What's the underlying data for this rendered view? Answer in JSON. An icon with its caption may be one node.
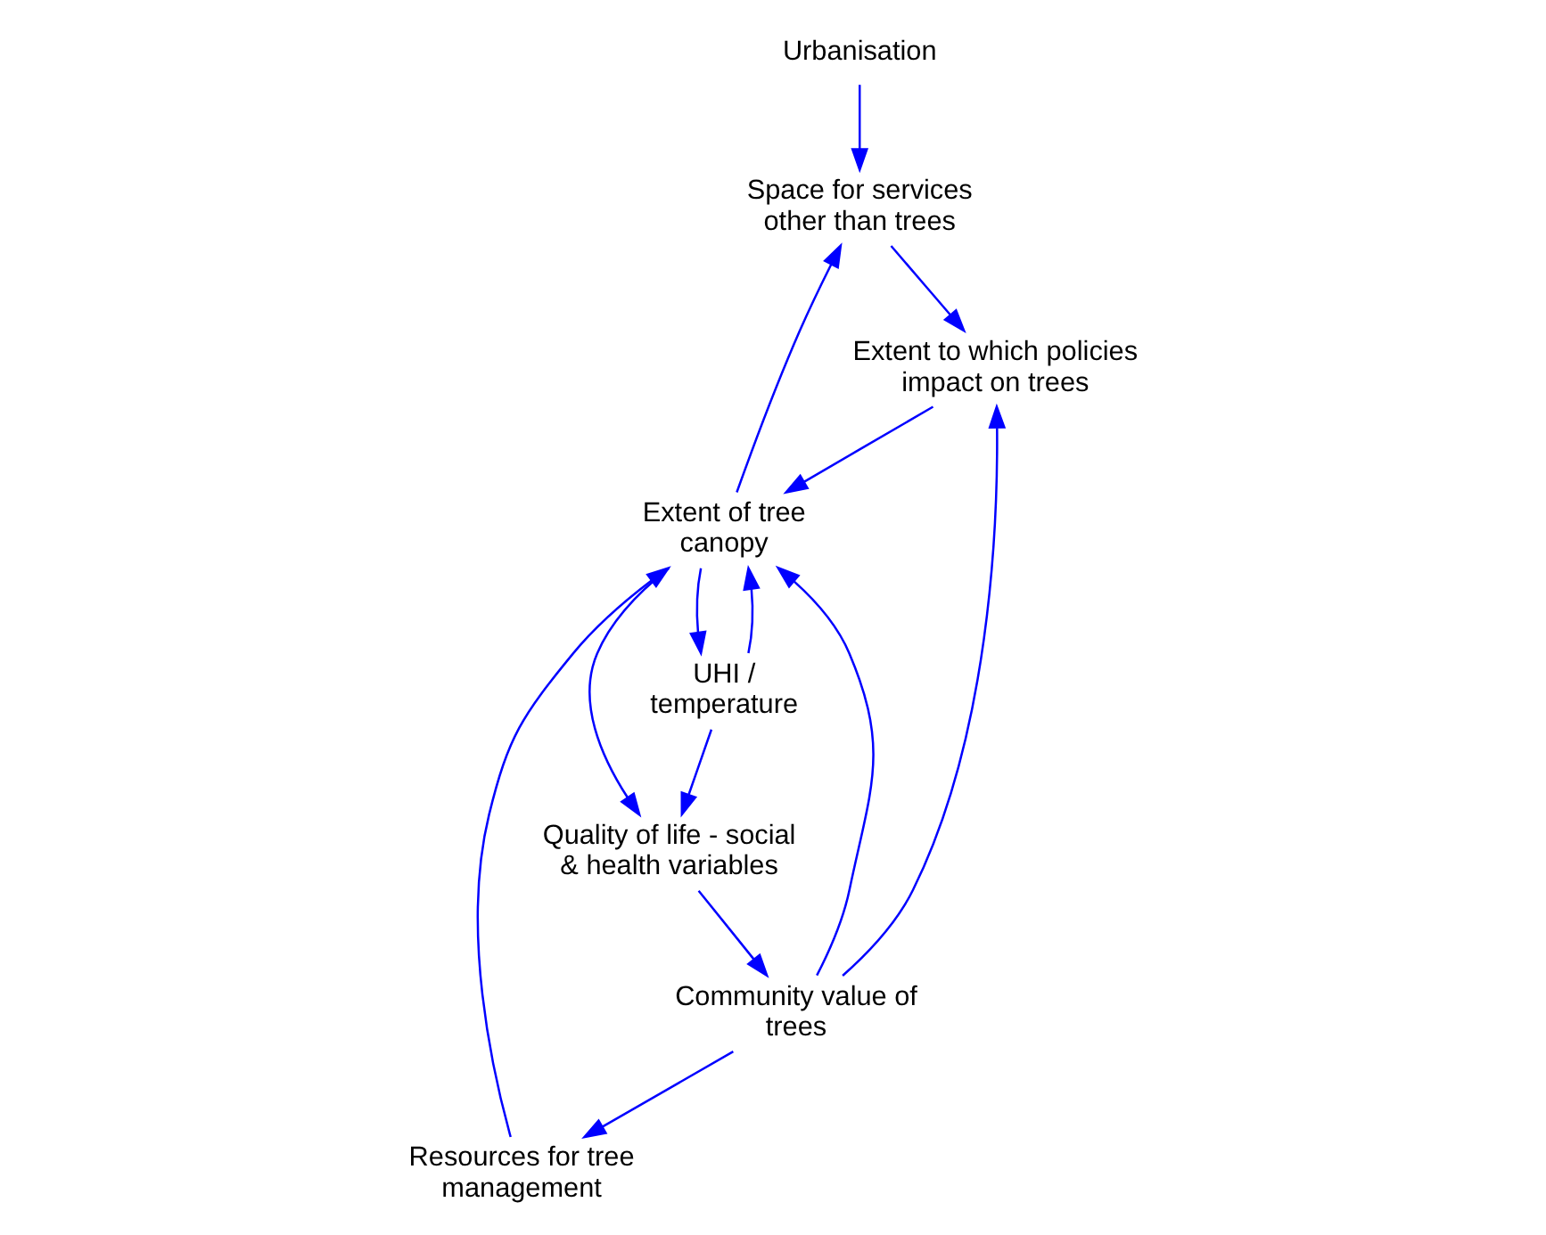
{
  "diagram": {
    "nodes": [
      {
        "text": [
          "Urbanisation"
        ]
      },
      {
        "text": [
          "Space for services other than trees"
        ]
      },
      {
        "text": [
          "Extent to which policies impact on trees"
        ]
      },
      {
        "text": [
          "UHI / temperature"
        ]
      },
      {
        "text": [
          "Extent of tree canopy"
        ]
      },
      {
        "text": [
          "Resources for tree management"
        ]
      },
      {
        "text": [
          "Community value of trees"
        ]
      },
      {
        "text": [
          "Quality of life - social & health variables"
        ]
      }
    ],
    "edges": [
      {
        "from": 0,
        "to": 1,
        "arrow": "to"
      },
      {
        "from": 1,
        "to": 2,
        "arrow": "to"
      },
      {
        "from": 2,
        "to": 4,
        "arrow": "to"
      },
      {
        "from": 4,
        "to": 1,
        "arrow": "to"
      },
      {
        "from": 4,
        "to": 3,
        "arrow": "to"
      },
      {
        "from": 3,
        "to": 4,
        "arrow": "to"
      },
      {
        "from": 5,
        "to": 4,
        "arrow": "to"
      },
      {
        "from": 6,
        "to": 5,
        "arrow": "to"
      },
      {
        "from": 6,
        "to": 2,
        "arrow": "to"
      },
      {
        "from": 6,
        "to": 4,
        "arrow": "to"
      },
      {
        "from": 4,
        "to": 7,
        "arrow": "to"
      },
      {
        "from": 3,
        "to": 7,
        "arrow": "to"
      },
      {
        "from": 7,
        "to": 6,
        "arrow": "to"
      }
    ]
  }
}
